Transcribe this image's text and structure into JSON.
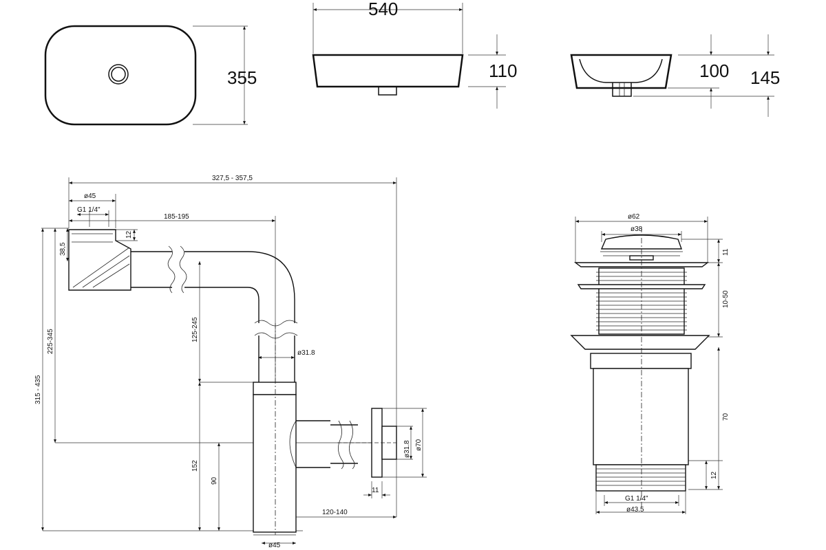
{
  "basin": {
    "depth": "355",
    "width": "540",
    "side_height": "110",
    "end_inner": "100",
    "end_total": "145"
  },
  "siphon": {
    "overall_width": "327,5 - 357,5",
    "inlet_diameter": "ø45",
    "inlet_thread": "G1 1/4\"",
    "arm_length": "185-195",
    "inlet_lip": "12",
    "inlet_height": "38,5",
    "drop_height": "125-245",
    "tube_diameter": "ø31.8",
    "height_a": "225-345",
    "height_b": "315 - 435",
    "outlet_height": "152",
    "outlet_axis": "90",
    "outlet_diameter": "ø31.8",
    "flange_diameter": "ø70",
    "flange_thickness": "11",
    "outlet_length": "120-140",
    "bottle_diameter": "ø45"
  },
  "drain": {
    "cap_diameter": "ø62",
    "top_diameter": "ø38",
    "cap_height": "11",
    "clamp_range": "10-50",
    "body_height": "70",
    "thread_height": "12",
    "thread": "G1 1/4\"",
    "body_diameter": "ø43.5"
  }
}
